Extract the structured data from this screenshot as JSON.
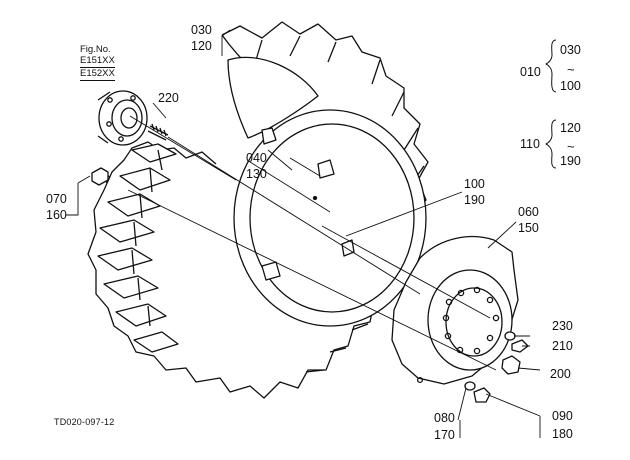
{
  "figure_ref": [
    "Fig.No.",
    "E151XX",
    "E152XX"
  ],
  "drawing_code": "TD020-097-12",
  "callouts": {
    "c030": "030",
    "c120": "120",
    "c220": "220",
    "c040": "040",
    "c130": "130",
    "c070": "070",
    "c160": "160",
    "c100": "100",
    "c190": "190",
    "c060": "060",
    "c150": "150",
    "c230": "230",
    "c210": "210",
    "c200": "200",
    "c080": "080",
    "c170": "170",
    "c090": "090",
    "c180": "180"
  },
  "group_ranges": [
    {
      "key": "010",
      "from": "030",
      "tilde": "~",
      "to": "100"
    },
    {
      "key": "110",
      "from": "120",
      "tilde": "~",
      "to": "190"
    }
  ]
}
